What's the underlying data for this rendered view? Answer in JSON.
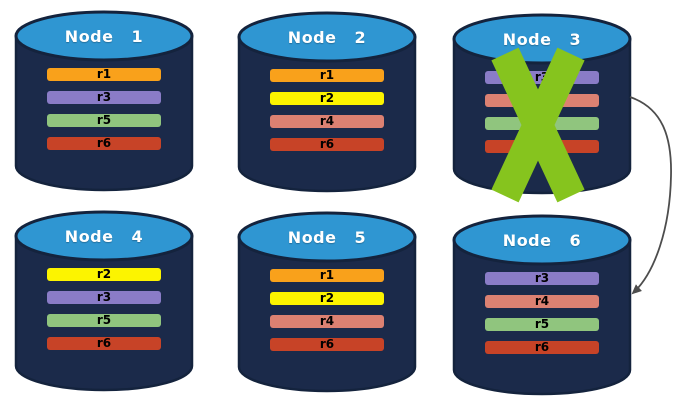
{
  "nodes": [
    {
      "id": "node-1",
      "title": "Node 1",
      "failed": false,
      "replicas": [
        "r1",
        "r3",
        "r5",
        "r6"
      ]
    },
    {
      "id": "node-2",
      "title": "Node 2",
      "failed": false,
      "replicas": [
        "r1",
        "r2",
        "r4",
        "r6"
      ]
    },
    {
      "id": "node-3",
      "title": "Node 3",
      "failed": true,
      "replicas": [
        "r3",
        "r4",
        "r5",
        "r6"
      ]
    },
    {
      "id": "node-4",
      "title": "Node 4",
      "failed": false,
      "replicas": [
        "r2",
        "r3",
        "r5",
        "r6"
      ]
    },
    {
      "id": "node-5",
      "title": "Node 5",
      "failed": false,
      "replicas": [
        "r1",
        "r2",
        "r4",
        "r6"
      ]
    },
    {
      "id": "node-6",
      "title": "Node 6",
      "failed": false,
      "replicas": [
        "r3",
        "r4",
        "r5",
        "r6"
      ]
    }
  ],
  "replica_colors": {
    "r1": "#F9A11B",
    "r2": "#FCF400",
    "r3": "#8A7CC7",
    "r4": "#DC8172",
    "r5": "#90C57E",
    "r6": "#C74327"
  },
  "colors": {
    "background": "#FFFFFF",
    "cylinder_body": "#1B2A4A",
    "cylinder_outline": "#14233D",
    "cylinder_top": "#2F96D2",
    "failure_x": "#86C41E",
    "arrow": "#4D4D4D",
    "node_title_text": "#FFFFFF",
    "replica_label_text": "#000000"
  },
  "arrow": {
    "from": "node-3",
    "to": "node-6"
  }
}
